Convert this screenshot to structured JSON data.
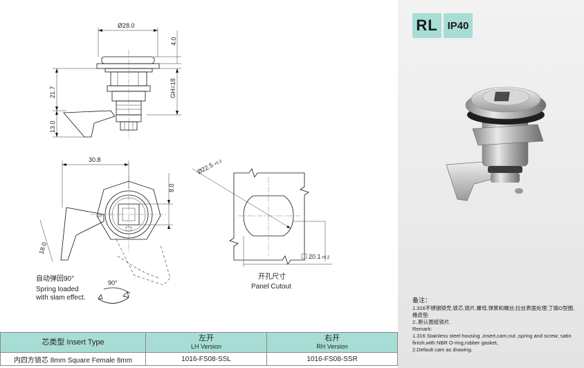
{
  "drawing": {
    "dims": {
      "top_dia": "Ø28.0",
      "height_4": "4.0",
      "height_217": "21.7",
      "gh": "GH=18",
      "height_13": "13.0",
      "width_308": "30.8",
      "height_8": "8.0",
      "height_18": "18.0",
      "angle_90": "90°",
      "cutout_dia": "Ø22.5",
      "cutout_dia_tol": "+0.2",
      "cutout_square": "20.1",
      "cutout_square_tol": "+0.2"
    },
    "spring_caption_cn": "自动弹回90°",
    "spring_caption_en": "Spring loaded\nwith slam effect.",
    "cutout_caption_cn": "开孔尺寸",
    "cutout_caption_en": "Panel Cutout"
  },
  "panel": {
    "badge_rl": "RL",
    "badge_ip": "IP40",
    "remarks_cn_title": "备注：",
    "remarks_cn_1": "1.316不锈钢锁壳,锁芯,锁片,螺母,弹簧和螺丝;拉丝表面处理;丁腈O型圈,橡皮垫.",
    "remarks_cn_2": "2..默认图纸锁片.",
    "remarks_en_title": "Remark:",
    "remarks_en_1": "1.316 Stainless steel housing ,insert,cam,nut ,spring and screw; satin finish,with NBR O-ring,rubber gasket,",
    "remarks_en_2": "2.Default cam as drawing."
  },
  "table": {
    "header": {
      "insert_type": "芯类型 Insert Type",
      "lh_cn": "左开",
      "lh_en": "LH Version",
      "rh_cn": "右开",
      "rh_en": "RH Version"
    },
    "row": {
      "insert": "内四方锁芯 8mm Square Female 8mm",
      "lh": "1016-FS08-SSL",
      "rh": "1016-FS08-SSR"
    }
  },
  "colors": {
    "header_bg": "#a8ddd6",
    "badge_bg": "#a8ddd6"
  }
}
